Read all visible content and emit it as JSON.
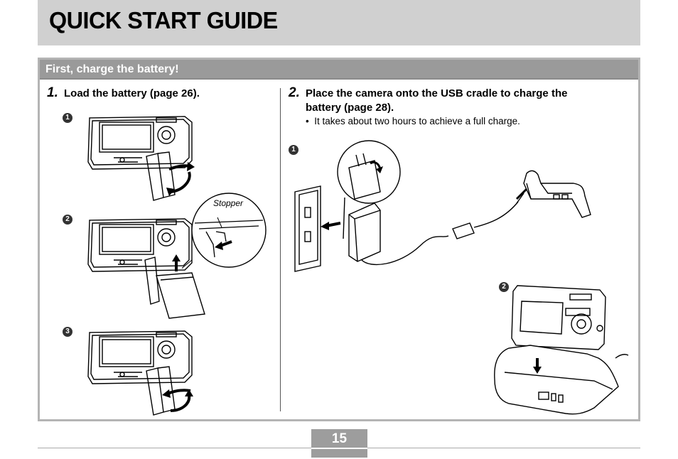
{
  "header": {
    "title": "QUICK START GUIDE"
  },
  "section": {
    "title": "First, charge the battery!"
  },
  "step1": {
    "number": "1.",
    "text": "Load the battery (page 26).",
    "markers": [
      "1",
      "2",
      "3"
    ],
    "callout": "Stopper"
  },
  "step2": {
    "number": "2.",
    "text_line1": "Place the camera onto the USB cradle to charge the",
    "text_line2": "battery (page 28).",
    "bullet": "It takes about two hours to achieve a full charge.",
    "markers": [
      "1",
      "2"
    ]
  },
  "footer": {
    "page_number": "15"
  }
}
